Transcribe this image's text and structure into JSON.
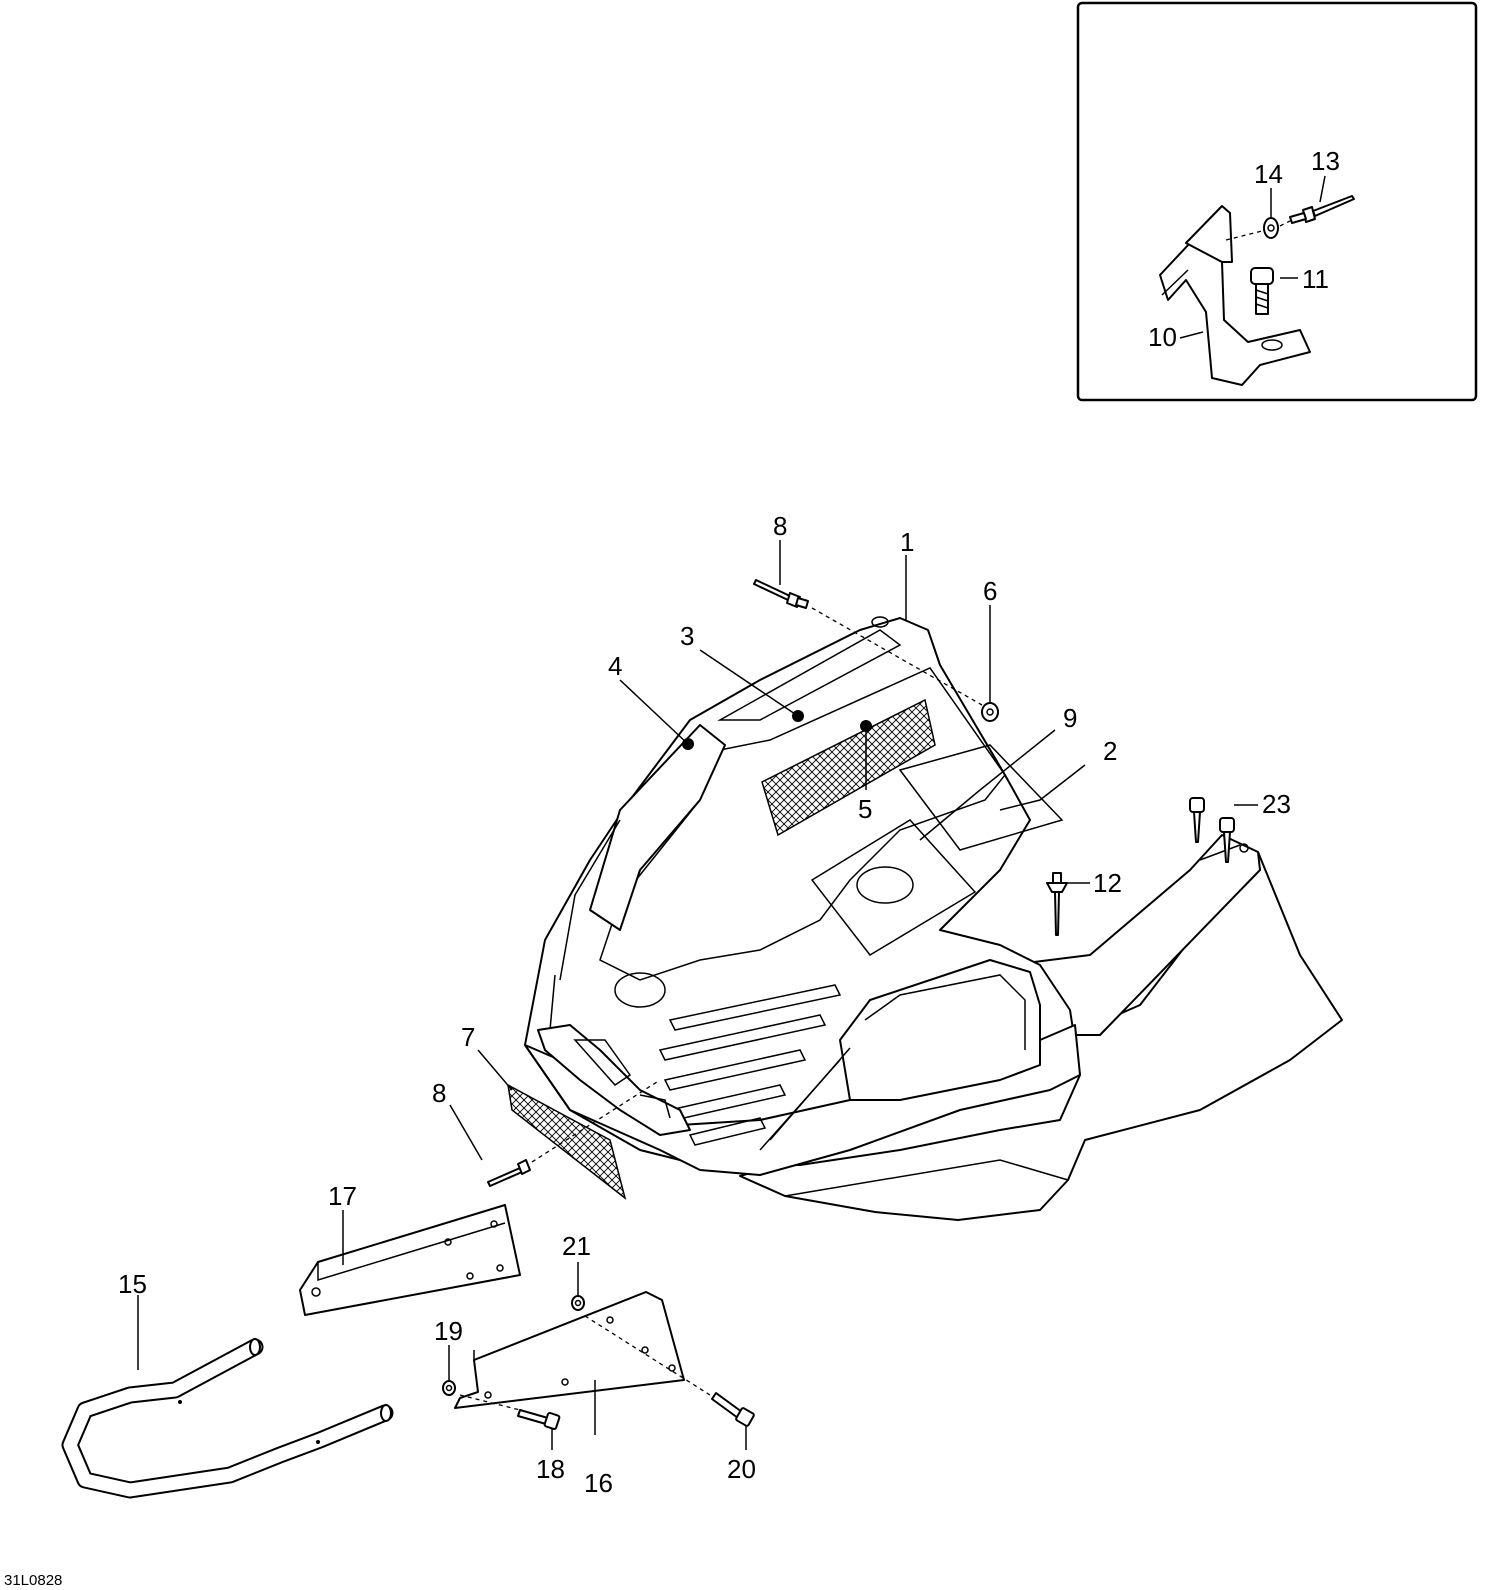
{
  "figure_ref": "31L0828",
  "callouts": {
    "c1": "1",
    "c2": "2",
    "c3": "3",
    "c4": "4",
    "c5": "5",
    "c6": "6",
    "c7": "7",
    "c8a": "8",
    "c8b": "8",
    "c9": "9",
    "c10": "10",
    "c11": "11",
    "c12": "12",
    "c13": "13",
    "c14": "14",
    "c15": "15",
    "c16": "16",
    "c17": "17",
    "c18": "18",
    "c19": "19",
    "c20": "20",
    "c21": "21",
    "c23": "23"
  }
}
